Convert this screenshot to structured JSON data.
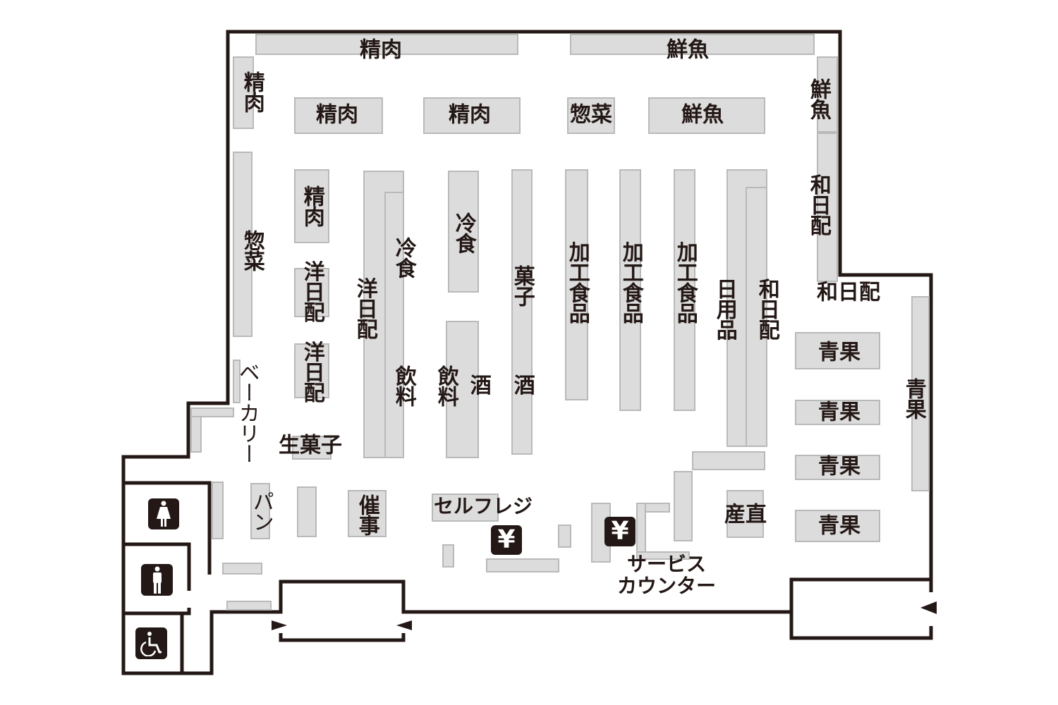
{
  "labels": [
    "精肉",
    "鮮魚",
    "精肉",
    "精肉",
    "精肉",
    "惣菜",
    "鮮魚",
    "鮮魚",
    "和日配",
    "惣菜",
    "精肉",
    "洋日配",
    "洋日配",
    "洋日配",
    "冷食",
    "冷食",
    "飲料",
    "飲料",
    "酒",
    "菓子",
    "酒",
    "加工食品",
    "加工食品",
    "加工食品",
    "日用品",
    "和日配",
    "和日配",
    "青果",
    "青果",
    "青果",
    "青果",
    "青果",
    "ベーカリー",
    "生菓子",
    "パン",
    "催事",
    "セルフレジ",
    "産直",
    "サービス",
    "カウンター"
  ],
  "icons": {
    "register": "yen-icon",
    "yen_glyph": "¥",
    "female_restroom": "female-restroom-icon",
    "male_restroom": "male-restroom-icon",
    "accessible_restroom": "wheelchair-icon",
    "entrance": "entrance-arrow-icon"
  },
  "colors": {
    "wall": "#231815",
    "shelf": "#dcdcdc",
    "shelf_border": "#b9b9b9"
  }
}
